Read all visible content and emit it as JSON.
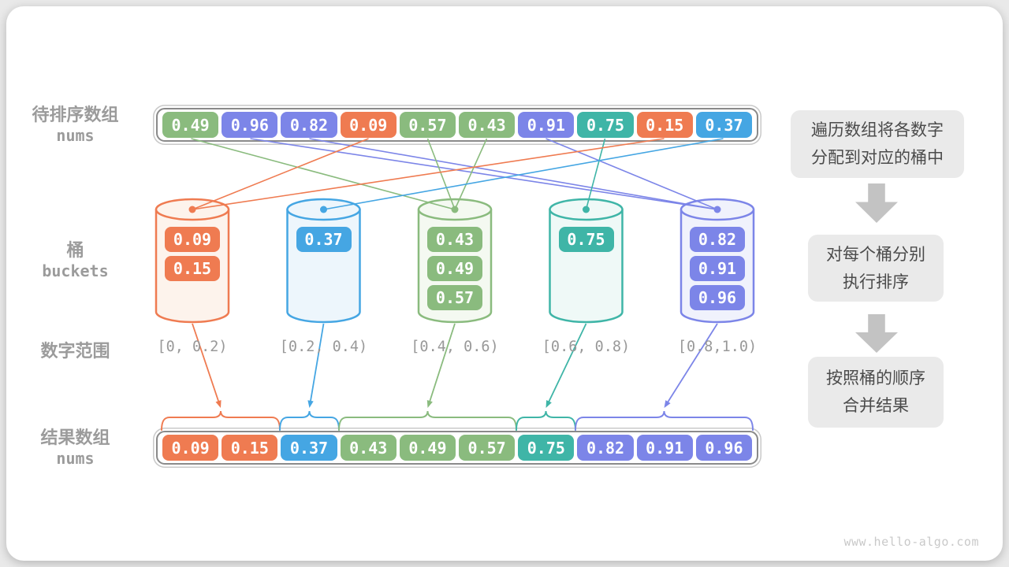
{
  "site": "www.hello-algo.com",
  "palette": {
    "orange": "#EF7B51",
    "orange_light": "#FDF3EC",
    "sky": "#45A6E3",
    "sky_light": "#EDF6FC",
    "green": "#8ABB7E",
    "green_light": "#F4F9F1",
    "teal": "#3FB5A7",
    "teal_light": "#EFF9F7",
    "indigo": "#7C85E8",
    "indigo_light": "#F0F2FC",
    "label_gray": "#9B9B9B",
    "range_gray": "#999999",
    "box_bg": "#EAEAEA",
    "box_text": "#4B4B4B",
    "flow_arrow_gray": "#C3C3C3",
    "container_border": "#8A8A8A"
  },
  "labels": {
    "source": {
      "line1": "待排序数组",
      "line2": "nums"
    },
    "buckets": {
      "line1": "桶",
      "line2": "buckets"
    },
    "range": "数字范围",
    "result": {
      "line1": "结果数组",
      "line2": "nums"
    }
  },
  "source_array": [
    {
      "value": "0.49",
      "color": "green",
      "bucket": 2
    },
    {
      "value": "0.96",
      "color": "indigo",
      "bucket": 4
    },
    {
      "value": "0.82",
      "color": "indigo",
      "bucket": 4
    },
    {
      "value": "0.09",
      "color": "orange",
      "bucket": 0
    },
    {
      "value": "0.57",
      "color": "green",
      "bucket": 2
    },
    {
      "value": "0.43",
      "color": "green",
      "bucket": 2
    },
    {
      "value": "0.91",
      "color": "indigo",
      "bucket": 4
    },
    {
      "value": "0.75",
      "color": "teal",
      "bucket": 3
    },
    {
      "value": "0.15",
      "color": "orange",
      "bucket": 0
    },
    {
      "value": "0.37",
      "color": "sky",
      "bucket": 1
    }
  ],
  "buckets": [
    {
      "color": "orange",
      "range": "[0, 0.2)",
      "items": [
        "0.09",
        "0.15"
      ]
    },
    {
      "color": "sky",
      "range": "[0.2, 0.4)",
      "items": [
        "0.37"
      ]
    },
    {
      "color": "green",
      "range": "[0.4, 0.6)",
      "items": [
        "0.43",
        "0.49",
        "0.57"
      ]
    },
    {
      "color": "teal",
      "range": "[0.6, 0.8)",
      "items": [
        "0.75"
      ]
    },
    {
      "color": "indigo",
      "range": "[0.8,1.0)",
      "items": [
        "0.82",
        "0.91",
        "0.96"
      ]
    }
  ],
  "result_array": [
    {
      "value": "0.09",
      "color": "orange"
    },
    {
      "value": "0.15",
      "color": "orange"
    },
    {
      "value": "0.37",
      "color": "sky"
    },
    {
      "value": "0.43",
      "color": "green"
    },
    {
      "value": "0.49",
      "color": "green"
    },
    {
      "value": "0.57",
      "color": "green"
    },
    {
      "value": "0.75",
      "color": "teal"
    },
    {
      "value": "0.82",
      "color": "indigo"
    },
    {
      "value": "0.91",
      "color": "indigo"
    },
    {
      "value": "0.96",
      "color": "indigo"
    }
  ],
  "result_groups": [
    {
      "bucket": 0,
      "start": 0,
      "count": 2
    },
    {
      "bucket": 1,
      "start": 2,
      "count": 1
    },
    {
      "bucket": 2,
      "start": 3,
      "count": 3
    },
    {
      "bucket": 3,
      "start": 6,
      "count": 1
    },
    {
      "bucket": 4,
      "start": 7,
      "count": 3
    }
  ],
  "steps": [
    {
      "lines": [
        "遍历数组将各数字",
        "分配到对应的桶中"
      ]
    },
    {
      "lines": [
        "对每个桶分别",
        "执行排序"
      ]
    },
    {
      "lines": [
        "按照桶的顺序",
        "合并结果"
      ]
    }
  ]
}
